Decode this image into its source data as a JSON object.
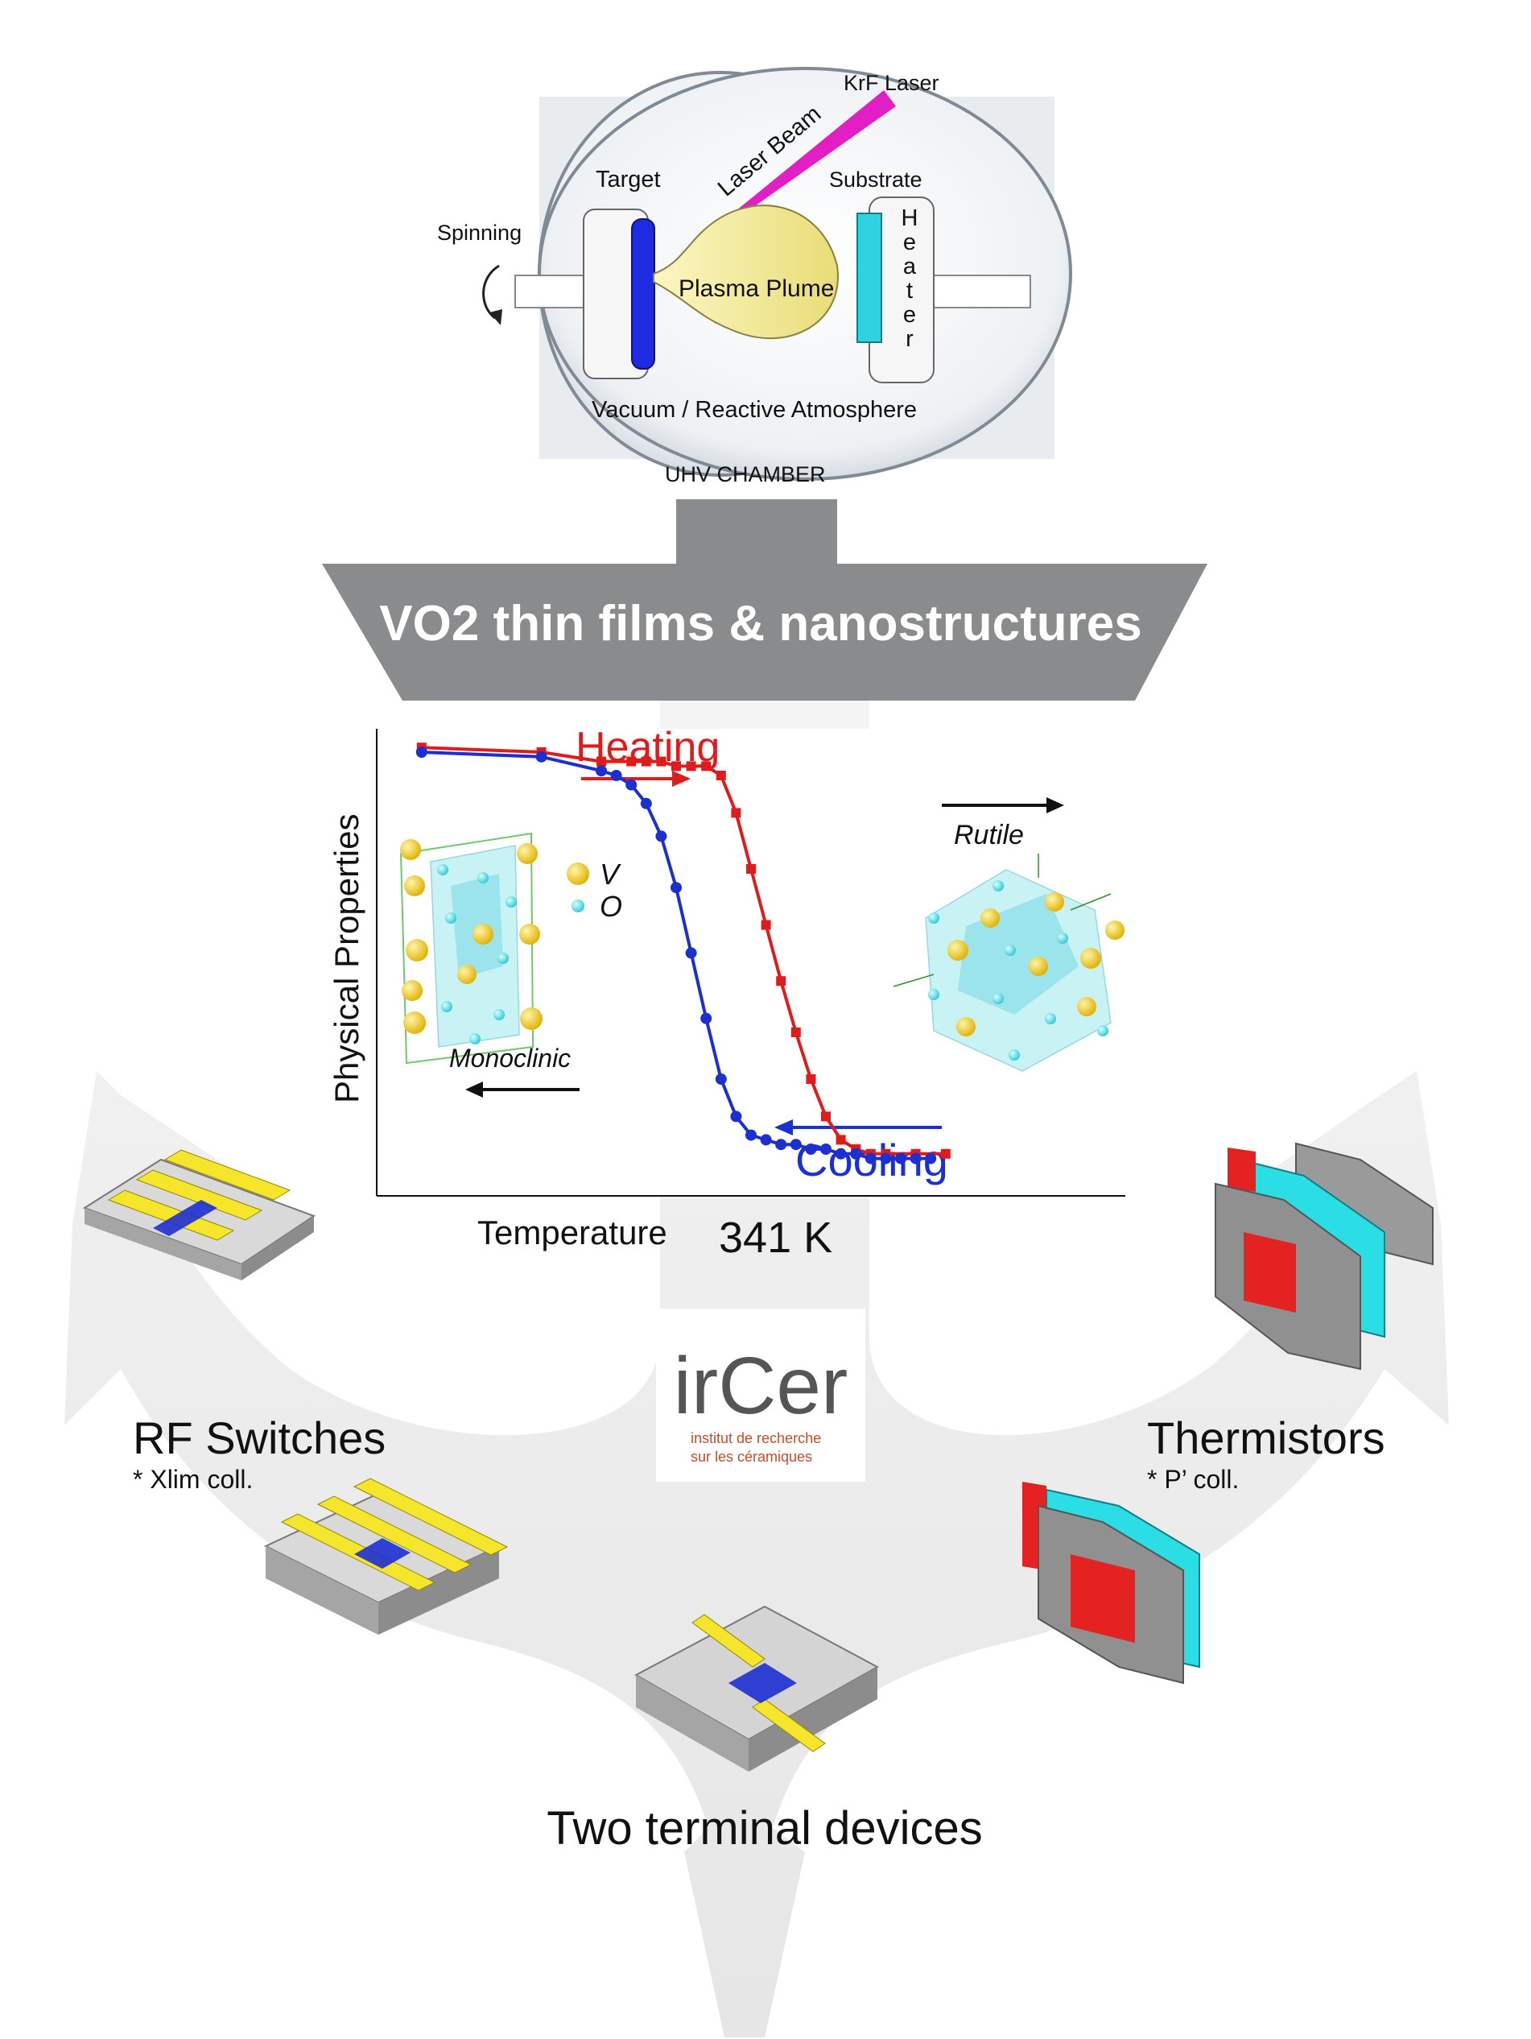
{
  "pld": {
    "krf_laser": "KrF Laser",
    "laser_beam": "Laser Beam",
    "target": "Target",
    "substrate": "Substrate",
    "spinning": "Spinning",
    "heater": "Heater",
    "plasma_plume": "Plasma Plume",
    "atmosphere": "Vacuum / Reactive Atmosphere",
    "chamber": "UHV CHAMBER"
  },
  "banner": {
    "title": "VO2 thin films & nanostructures"
  },
  "chart": {
    "heating": "Heating",
    "cooling": "Cooling",
    "ylabel": "Physical Properties",
    "xlabel": "Temperature",
    "transition": "341 K",
    "monoclinic": "Monoclinic",
    "rutile": "Rutile",
    "legend_v": "V",
    "legend_o": "O"
  },
  "chart_data": {
    "type": "line",
    "title": "",
    "xlabel": "Temperature",
    "ylabel": "Physical Properties",
    "x_tick_labels": [
      "341 K"
    ],
    "grid": false,
    "series": [
      {
        "name": "Heating",
        "color": "#e01b1b",
        "x": [
          0.06,
          0.22,
          0.3,
          0.34,
          0.36,
          0.38,
          0.4,
          0.42,
          0.44,
          0.46,
          0.48,
          0.5,
          0.52,
          0.54,
          0.56,
          0.58,
          0.6,
          0.62,
          0.64,
          0.66,
          0.68,
          0.72,
          0.76
        ],
        "y": [
          0.96,
          0.95,
          0.93,
          0.93,
          0.93,
          0.93,
          0.92,
          0.92,
          0.92,
          0.9,
          0.82,
          0.7,
          0.58,
          0.46,
          0.35,
          0.25,
          0.17,
          0.12,
          0.1,
          0.09,
          0.09,
          0.09,
          0.09
        ]
      },
      {
        "name": "Cooling",
        "color": "#1c2fd1",
        "x": [
          0.06,
          0.22,
          0.3,
          0.32,
          0.34,
          0.36,
          0.38,
          0.4,
          0.42,
          0.44,
          0.46,
          0.48,
          0.5,
          0.52,
          0.54,
          0.56,
          0.58,
          0.6,
          0.62,
          0.64,
          0.66,
          0.68,
          0.7,
          0.72,
          0.74
        ],
        "y": [
          0.95,
          0.94,
          0.91,
          0.9,
          0.88,
          0.84,
          0.77,
          0.66,
          0.52,
          0.38,
          0.25,
          0.17,
          0.13,
          0.12,
          0.11,
          0.11,
          0.1,
          0.1,
          0.09,
          0.09,
          0.08,
          0.08,
          0.08,
          0.08,
          0.08
        ]
      }
    ]
  },
  "devices": {
    "rf": {
      "title": "RF Switches",
      "note": "* Xlim coll."
    },
    "thermistors": {
      "title": "Thermistors",
      "note": "* P’ coll."
    },
    "two_terminal": {
      "title": "Two terminal devices"
    }
  },
  "logo": {
    "name": "irCer",
    "line1": "institut de recherche",
    "line2": "sur les céramiques"
  },
  "colors": {
    "heating": "#e01b1b",
    "cooling": "#1c2fd1",
    "laser": "#e21fc4",
    "plume": "#f3ec9a",
    "banner": "#8a8b8c",
    "accent_logo": "#c94a2a"
  }
}
